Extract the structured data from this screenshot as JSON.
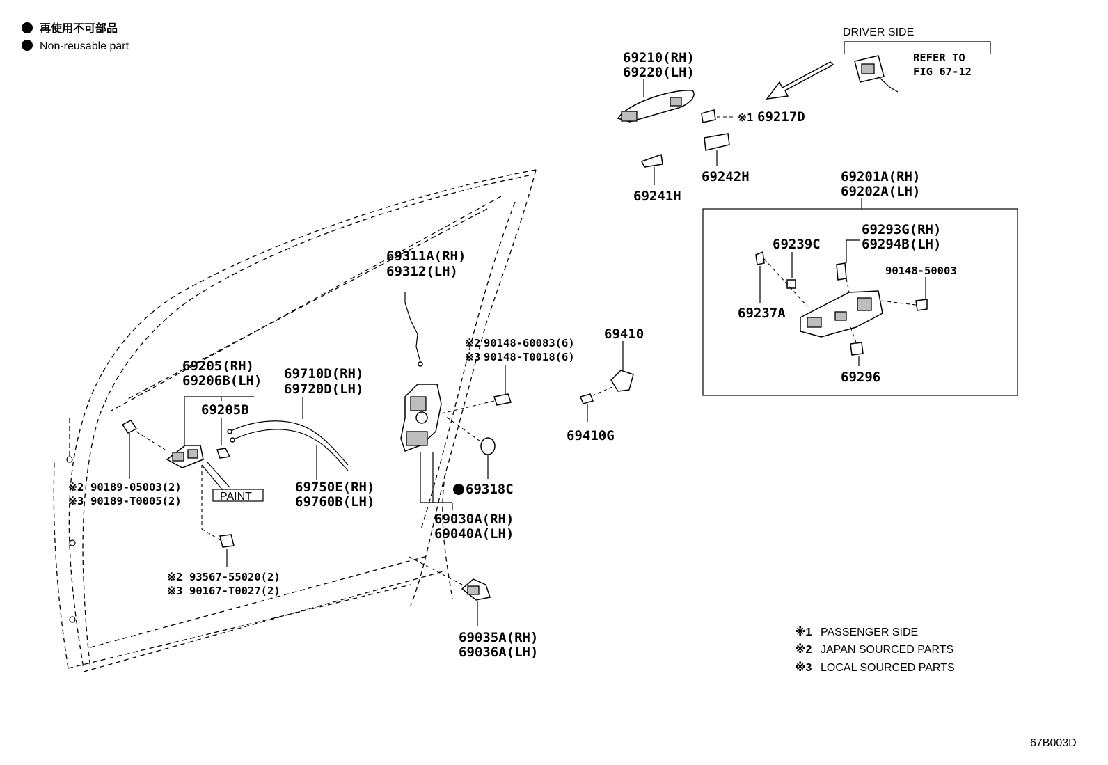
{
  "legend": {
    "jp": "再使用不可部品",
    "en": "Non-reusable part"
  },
  "driver_side": {
    "title": "DRIVER SIDE",
    "refer_1": "REFER TO",
    "refer_2": "FIG 67-12"
  },
  "labels": {
    "p69210": "69210(RH)",
    "p69220": "69220(LH)",
    "p69217d": "69217D",
    "p69217d_mark": "※1",
    "p69241h": "69241H",
    "p69242h": "69242H",
    "p69201a": "69201A(RH)",
    "p69202a": "69202A(LH)",
    "p69239c": "69239C",
    "p69293g": "69293G(RH)",
    "p69294b": "69294B(LH)",
    "p90148_50003": "90148-50003",
    "p69237a": "69237A",
    "p69296": "69296",
    "p69311a": "69311A(RH)",
    "p69312": "69312(LH)",
    "p69410": "69410",
    "p69410g": "69410G",
    "p90148_60083_mark": "※2",
    "p90148_60083": "90148-60083(6)",
    "p90148_t0018_mark": "※3",
    "p90148_t0018": "90148-T0018(6)",
    "p69205": "69205(RH)",
    "p69206b": "69206B(LH)",
    "p69205b": "69205B",
    "p69710d": "69710D(RH)",
    "p69720d": "69720D(LH)",
    "p90189_05003_mark": "※2",
    "p90189_05003": "90189-05003(2)",
    "p90189_t0005_mark": "※3",
    "p90189_t0005": "90189-T0005(2)",
    "paint": "PAINT",
    "p69750e": "69750E(RH)",
    "p69760b": "69760B(LH)",
    "p69318c": "69318C",
    "p69030a": "69030A(RH)",
    "p69040a": "69040A(LH)",
    "p93567_mark": "※2",
    "p93567": "93567-55020(2)",
    "p90167_mark": "※3",
    "p90167": "90167-T0027(2)",
    "p69035a": "69035A(RH)",
    "p69036a": "69036A(LH)"
  },
  "notes": [
    {
      "mark": "※1",
      "text": "PASSENGER SIDE"
    },
    {
      "mark": "※2",
      "text": "JAPAN SOURCED PARTS"
    },
    {
      "mark": "※3",
      "text": "LOCAL SOURCED PARTS"
    }
  ],
  "figure_code": "67B003D"
}
